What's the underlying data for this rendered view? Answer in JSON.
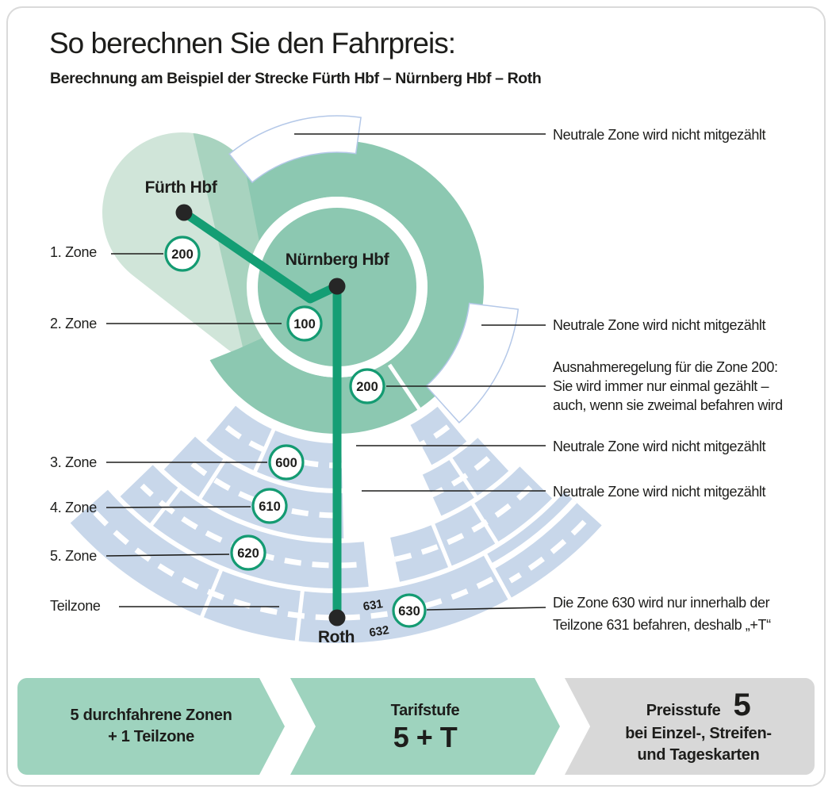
{
  "card": {
    "title": "So berechnen Sie den Fahrpreis:",
    "subtitle": "Berechnung am Beispiel der Strecke Fürth Hbf – Nürnberg Hbf – Roth"
  },
  "stations": {
    "fuerth": "Fürth Hbf",
    "nuernberg": "Nürnberg Hbf",
    "roth": "Roth"
  },
  "zones": {
    "rows": [
      {
        "label": "1. Zone",
        "badge": "200"
      },
      {
        "label": "2. Zone",
        "badge": "100"
      },
      {
        "label": "3. Zone",
        "badge": "600"
      },
      {
        "label": "4. Zone",
        "badge": "610"
      },
      {
        "label": "5. Zone",
        "badge": "620"
      },
      {
        "label": "Teilzone",
        "badge": "630"
      }
    ],
    "zone200_repeat": "200",
    "subzone_upper": "631",
    "subzone_lower": "632"
  },
  "annotations": {
    "neutral_top": "Neutrale Zone wird nicht mitgezählt",
    "neutral_right": "Neutrale Zone wird nicht mitgezählt",
    "exception_line1": "Ausnahmeregelung für die Zone 200:",
    "exception_line2": "Sie wird immer nur einmal gezählt –",
    "exception_line3": "auch, wenn sie zweimal befahren wird",
    "neutral_fan1": "Neutrale Zone wird nicht mitgezählt",
    "neutral_fan2": "Neutrale Zone wird nicht mitgezählt",
    "zone630_line1": "Die Zone 630 wird nur innerhalb der",
    "zone630_line2": "Teilzone 631 befahren, deshalb „+T“"
  },
  "banner": {
    "step1_line1": "5 durchfahrene Zonen",
    "step1_line2": "+ 1 Teilzone",
    "step2_label": "Tarifstufe",
    "step2_value": "5 + T",
    "step3_label": "Preisstufe",
    "step3_value": "5",
    "step3_line2": "bei Einzel-, Streifen-",
    "step3_line3": "und Tageskarten"
  },
  "colors": {
    "teal": "#8cc8b1",
    "light_green": "#d0e5d9",
    "overlap_green": "#a8d3bf",
    "fan_blue": "#c8d7ea",
    "route_green": "#149e74",
    "badge_ring_green": "#149b72",
    "neutral_outline_blue": "#b4c8e8",
    "banner_green": "#9ed3be",
    "banner_gray": "#d8d8d8",
    "ink": "#1d1d1b"
  }
}
